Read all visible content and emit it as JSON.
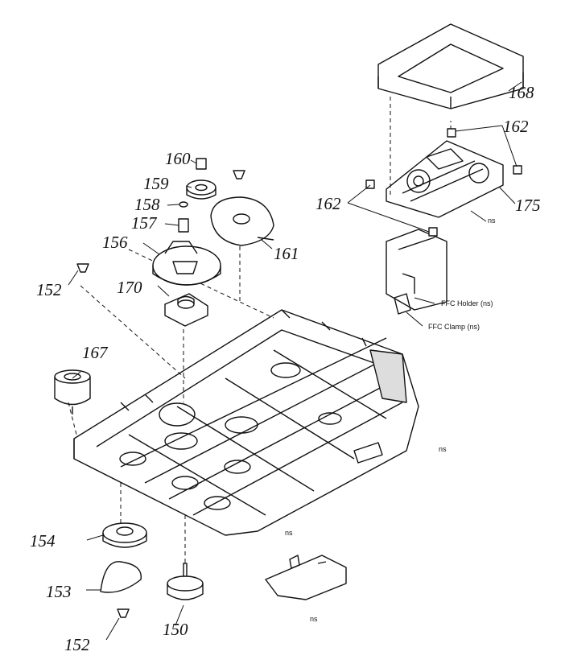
{
  "diagram": {
    "part_labels": {
      "p150": "150",
      "p152a": "152",
      "p152b": "152",
      "p153": "153",
      "p154": "154",
      "p156": "156",
      "p157": "157",
      "p158": "158",
      "p159": "159",
      "p160": "160",
      "p161": "161",
      "p162a": "162",
      "p162b": "162",
      "p167": "167",
      "p168": "168",
      "p170": "170",
      "p175": "175"
    },
    "notes": {
      "ns1": "ns",
      "ns2": "ns",
      "ns3": "ns",
      "ns4": "ns",
      "ffc_holder": "FFC Holder (ns)",
      "ffc_clamp": "FFC Clamp (ns)"
    },
    "line_color": "#111111",
    "background": "#ffffff"
  }
}
